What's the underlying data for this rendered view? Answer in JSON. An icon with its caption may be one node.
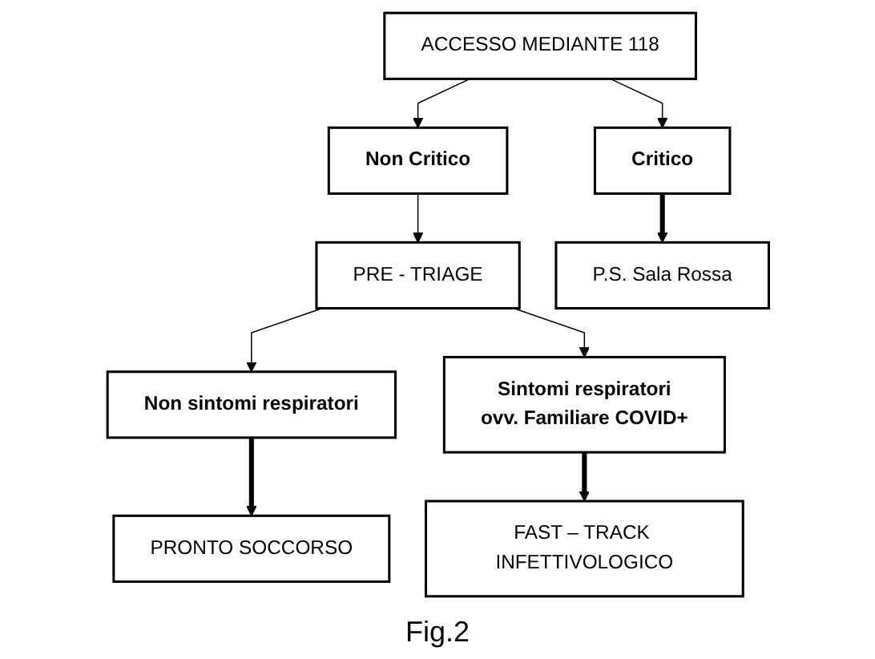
{
  "diagram": {
    "caption": "Fig.2",
    "nodes": [
      {
        "text": [
          "ACCESSO MEDIANTE 118"
        ]
      },
      {
        "text": [
          "Non Critico"
        ]
      },
      {
        "text": [
          "Critico"
        ]
      },
      {
        "text": [
          "PRE - TRIAGE"
        ]
      },
      {
        "text": [
          "Non sintomi respiratori"
        ]
      },
      {
        "text": [
          "Sintomi respiratori",
          "ovv. Familiare COVID+"
        ]
      },
      {
        "text": [
          "PRONTO SOCCORSO"
        ]
      },
      {
        "text": [
          "FAST – TRACK INFETTIVOLOGICO"
        ]
      },
      {
        "text": [
          "P.S. Sala Rossa"
        ]
      }
    ],
    "edges": [
      {
        "from": 0,
        "to": 1,
        "arrow": "to"
      },
      {
        "from": 0,
        "to": 2,
        "arrow": "to"
      },
      {
        "from": 1,
        "to": 3,
        "arrow": "to"
      },
      {
        "from": 3,
        "to": 4,
        "arrow": "to"
      },
      {
        "from": 3,
        "to": 5,
        "arrow": "to"
      },
      {
        "from": 4,
        "to": 6,
        "arrow": "to",
        "style": "thick"
      },
      {
        "from": 5,
        "to": 7,
        "arrow": "to",
        "style": "thick"
      },
      {
        "from": 2,
        "to": 8,
        "arrow": "to",
        "style": "thick"
      }
    ]
  }
}
